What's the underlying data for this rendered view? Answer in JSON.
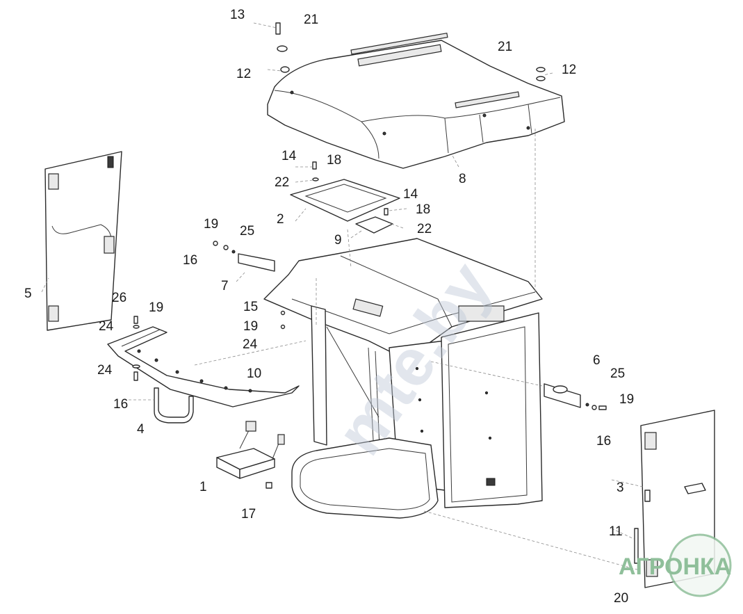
{
  "diagram": {
    "labels": [
      "13",
      "21",
      "12",
      "21",
      "12",
      "14",
      "18",
      "22",
      "14",
      "18",
      "2",
      "22",
      "9",
      "8",
      "19",
      "25",
      "16",
      "7",
      "5",
      "26",
      "19",
      "24",
      "15",
      "19",
      "24",
      "24",
      "10",
      "16",
      "4",
      "1",
      "17",
      "6",
      "25",
      "19",
      "16",
      "3",
      "11",
      "20"
    ]
  },
  "watermark": {
    "text": "mte.by"
  },
  "logo": {
    "text": "АГРОНКА"
  },
  "colors": {
    "line": "#2a2a2a",
    "watermark": "#bfc9d8",
    "logo": "#8fbf9a"
  }
}
